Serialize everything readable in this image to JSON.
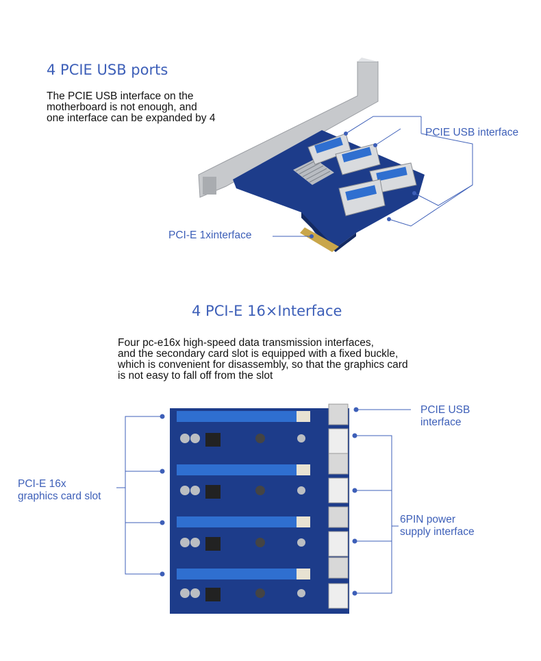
{
  "section1": {
    "title": "4 PCIE USB ports",
    "description": "The PCIE USB interface on the\nmotherboard is not enough, and\none interface can be expanded by 4",
    "label_usb": "PCIE USB interface",
    "label_pcie": "PCI-E 1xinterface"
  },
  "section2": {
    "title": "4 PCI-E 16×Interface",
    "description": "Four pc-e16x high-speed data transmission interfaces,\nand the secondary card slot is equipped with a fixed buckle,\nwhich is convenient for disassembly, so that the graphics card\nis not easy to fall off from the slot",
    "label_usb": "PCIE USB\ninterface",
    "label_slot": "PCI-E 16x\ngraphics card slot",
    "label_power": "6PIN power\nsupply interface"
  },
  "colors": {
    "accent": "#3d5fb8",
    "pcb": "#1d3c8a",
    "slot": "#2f6fd0",
    "gold": "#c9a64a"
  }
}
